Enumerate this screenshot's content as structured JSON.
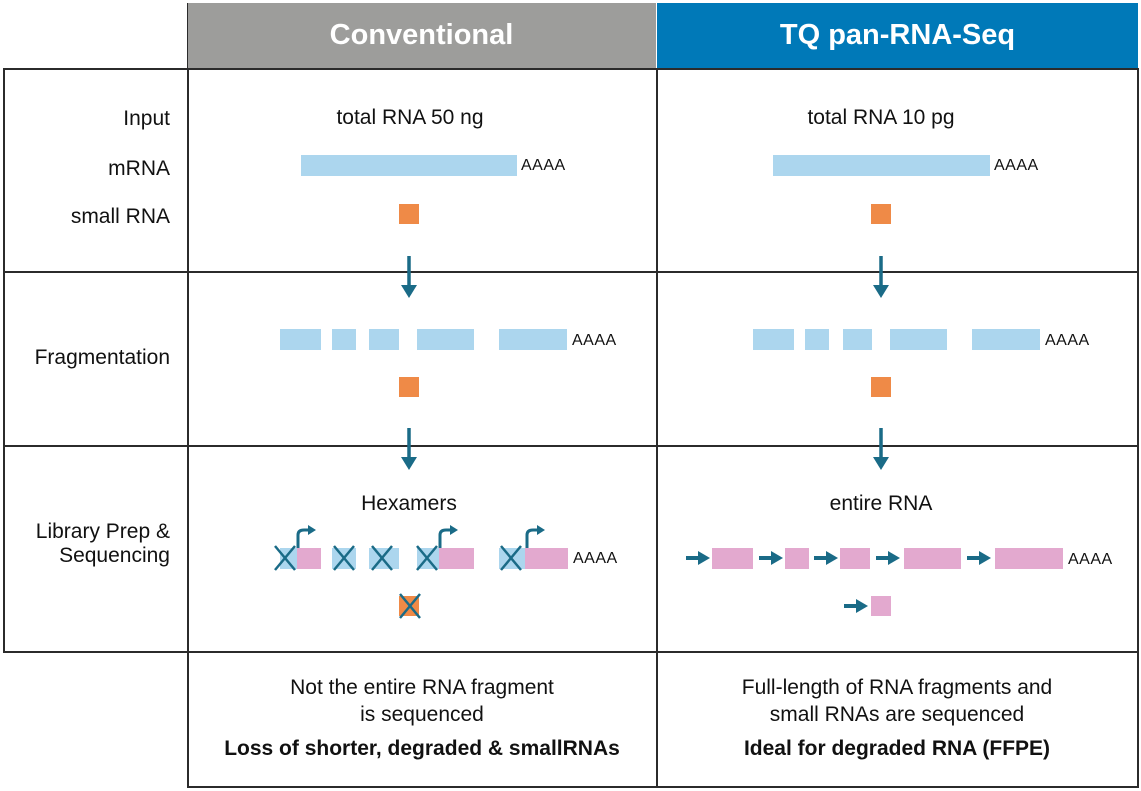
{
  "headers": {
    "conventional": "Conventional",
    "tq": "TQ pan-RNA-Seq",
    "conventional_color": "#9d9d9b",
    "tq_color": "#0079b8"
  },
  "rows": {
    "input": "Input",
    "mrna": "mRNA",
    "small_rna": "small RNA",
    "fragmentation": "Fragmentation",
    "library_prep_line1": "Library Prep &",
    "library_prep_line2": "Sequencing"
  },
  "conventional": {
    "input_amount": "total RNA 50 ng",
    "primer_label": "Hexamers",
    "outcome_line1": "Not the entire RNA fragment",
    "outcome_line2": "is sequenced",
    "outcome_bold": "Loss of shorter, degraded & smallRNAs"
  },
  "tq": {
    "input_amount": "total RNA 10 pg",
    "primer_label": "entire RNA",
    "outcome_line1": "Full-length of RNA fragments and",
    "outcome_line2": "small RNAs are sequenced",
    "outcome_bold": "Ideal for degraded RNA (FFPE)"
  },
  "polya": "AAAA",
  "colors": {
    "mrna_fragment": "#acd6ee",
    "small_rna": "#ef8a47",
    "sequenced": "#e3a9cf",
    "arrow": "#1a6b87"
  }
}
